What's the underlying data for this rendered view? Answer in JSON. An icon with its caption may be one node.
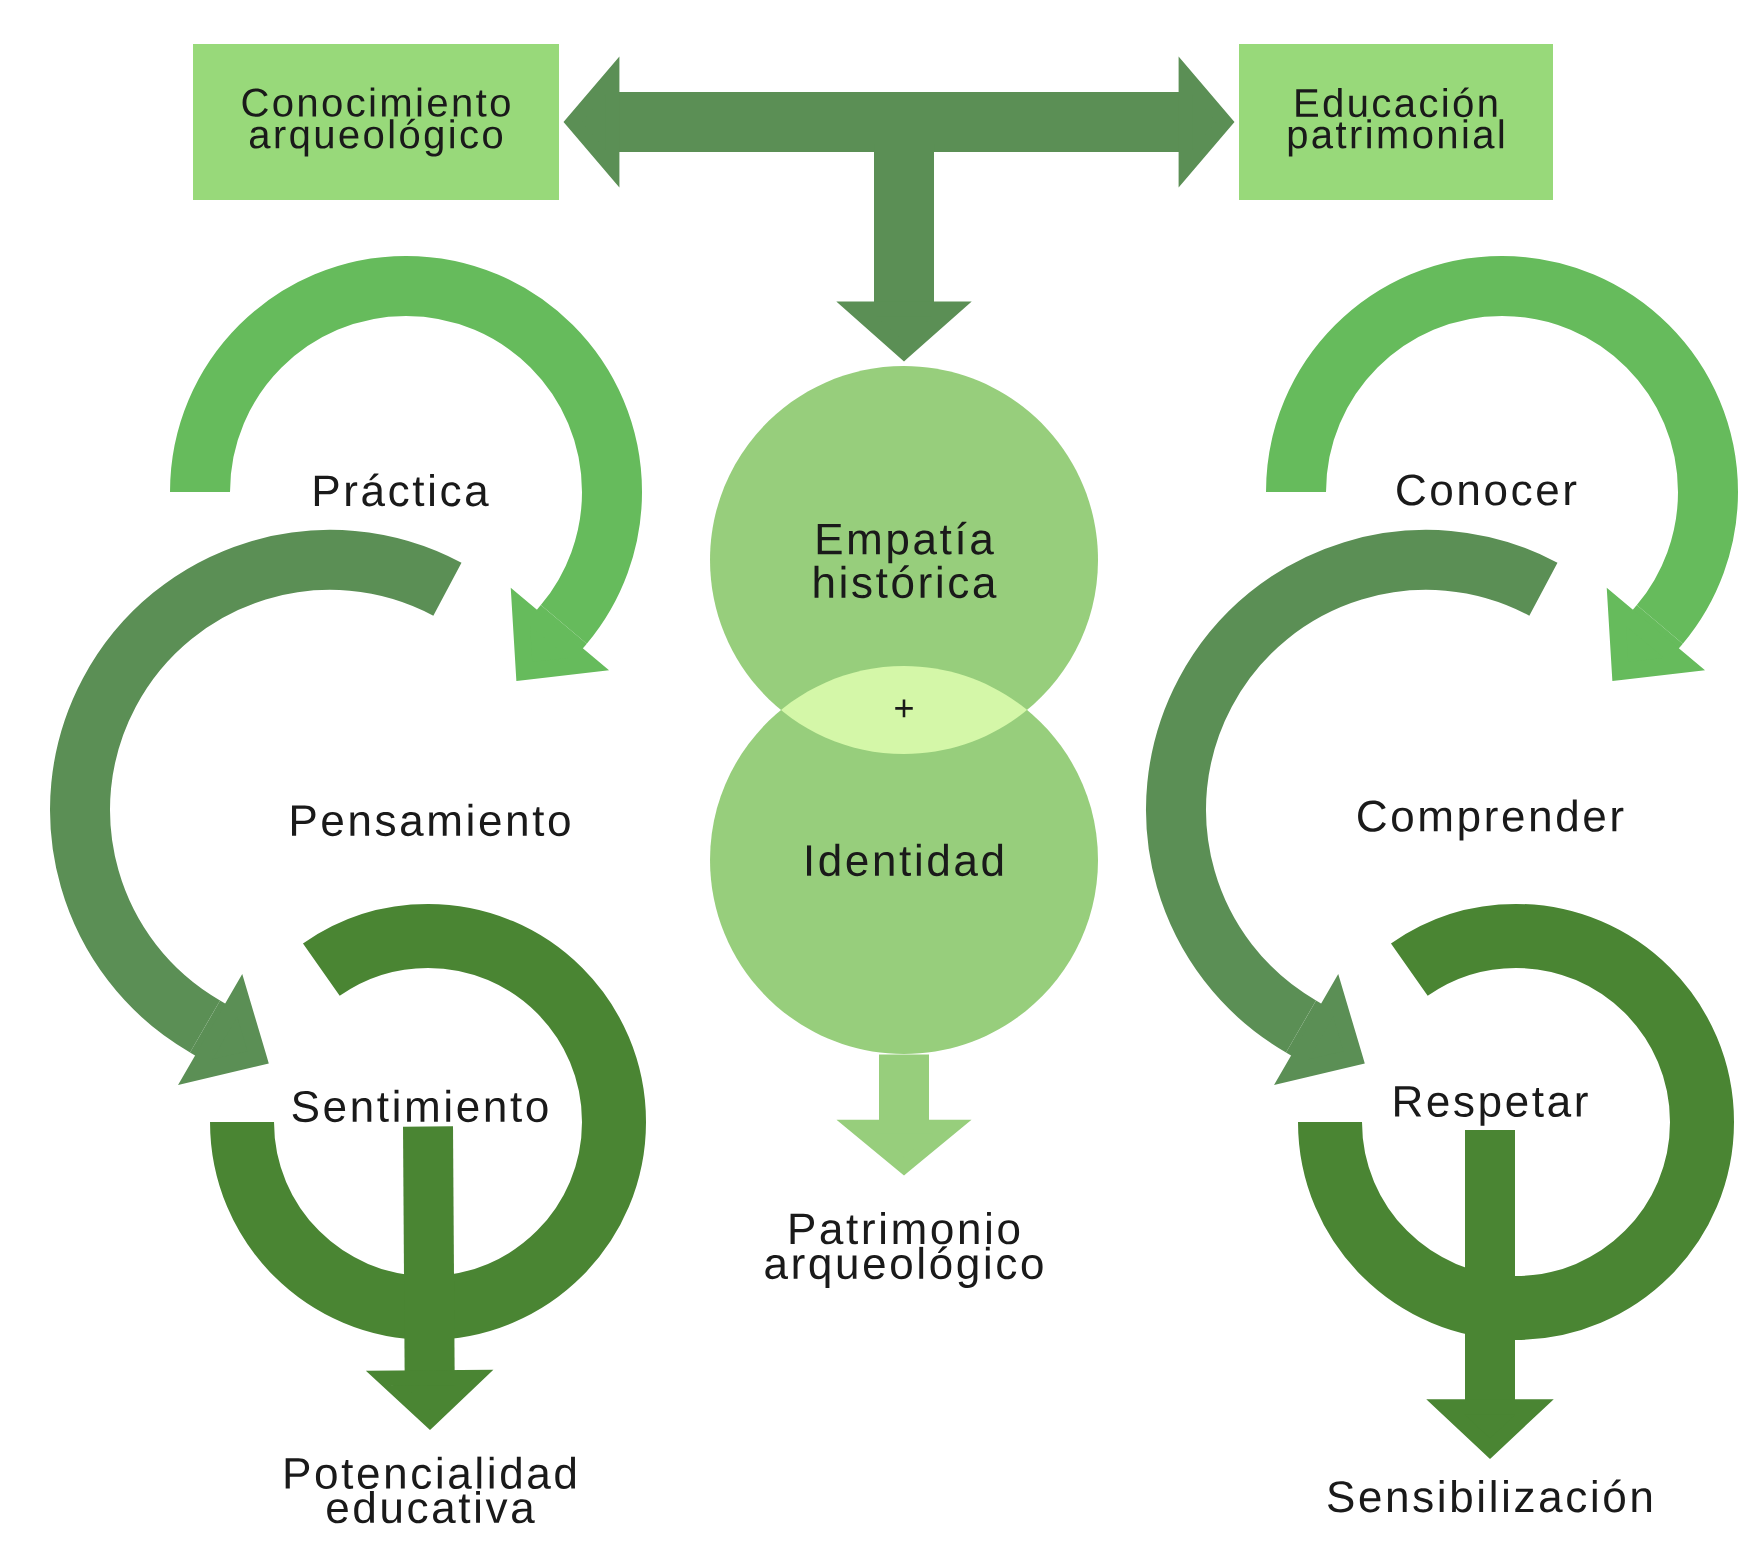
{
  "diagram": {
    "nodes": [
      {
        "text": [
          "Conocimiento arqueológico"
        ]
      },
      {
        "text": [
          "Educación patrimonial"
        ]
      },
      {
        "text": [
          "Empatía histórica"
        ]
      },
      {
        "text": [
          "Identidad"
        ]
      },
      {
        "text": [
          "Patrimonio arqueológico"
        ]
      },
      {
        "text": [
          "Práctica"
        ]
      },
      {
        "text": [
          "Pensamiento"
        ]
      },
      {
        "text": [
          "Sentimiento"
        ]
      },
      {
        "text": [
          "Potencialidad educativa"
        ]
      },
      {
        "text": [
          "Conocer"
        ]
      },
      {
        "text": [
          "Comprender"
        ]
      },
      {
        "text": [
          "Respetar"
        ]
      },
      {
        "text": [
          "Sensibilización"
        ]
      }
    ],
    "edges": [
      {
        "from": 0,
        "to": 1,
        "arrow": "both",
        "color": "#5b8f55"
      },
      {
        "from": null,
        "to": 2,
        "arrow": "to",
        "color": "#5b8f55"
      },
      {
        "from": 3,
        "to": 4,
        "arrow": "to",
        "color": "#97ce7c"
      },
      {
        "from": 5,
        "to": 6,
        "arrow": "to",
        "color": "#66bb5c"
      },
      {
        "from": 6,
        "to": 7,
        "arrow": "to",
        "color": "#5b8f55"
      },
      {
        "from": 7,
        "to": 8,
        "arrow": "to",
        "color": "#4a8533"
      },
      {
        "from": 9,
        "to": 10,
        "arrow": "to",
        "color": "#66bb5c"
      },
      {
        "from": 10,
        "to": 11,
        "arrow": "to",
        "color": "#5b8f55"
      },
      {
        "from": 11,
        "to": 12,
        "arrow": "to",
        "color": "#4a8533"
      }
    ],
    "labels": [
      "+"
    ]
  }
}
